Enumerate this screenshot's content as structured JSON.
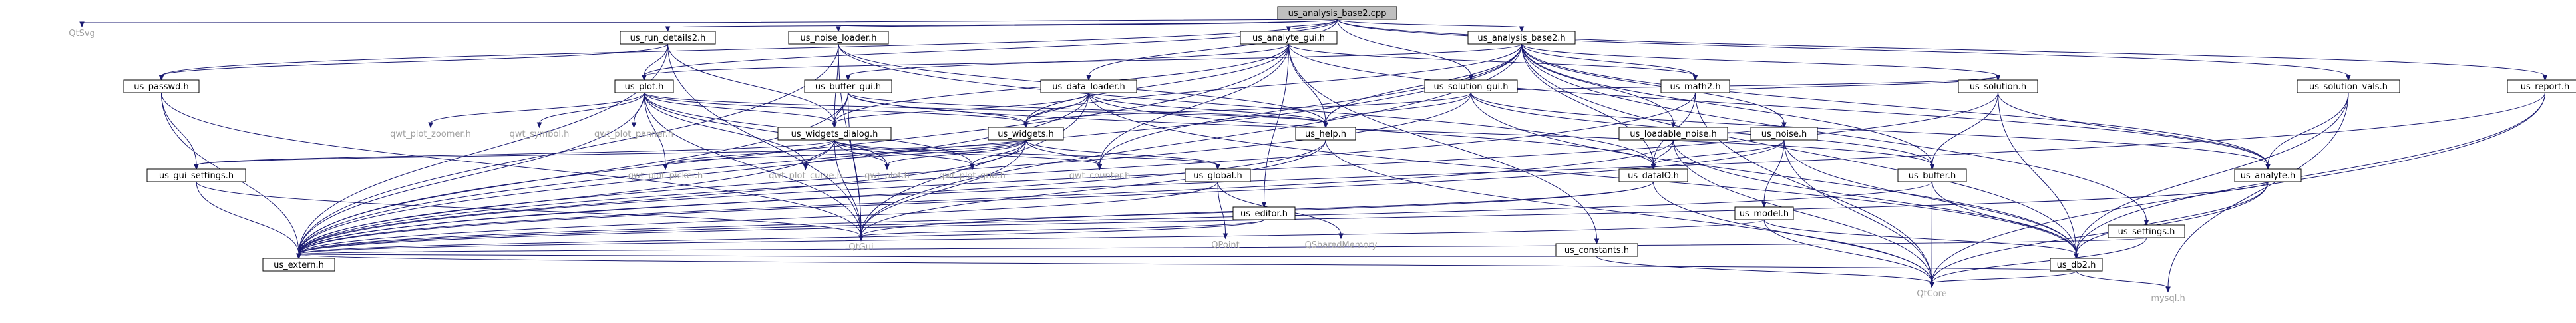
{
  "diagram": {
    "kind": "include-dependency-graph",
    "root": "us_analysis_base2.cpp",
    "nodes": [
      {
        "id": "root",
        "label": "us_analysis_base2.cpp"
      },
      {
        "id": "qtsvg",
        "label": "QtSvg"
      },
      {
        "id": "run_details2",
        "label": "us_run_details2.h"
      },
      {
        "id": "noise_loader",
        "label": "us_noise_loader.h"
      },
      {
        "id": "analyte_gui",
        "label": "us_analyte_gui.h"
      },
      {
        "id": "analysis_base2",
        "label": "us_analysis_base2.h"
      },
      {
        "id": "passwd",
        "label": "us_passwd.h"
      },
      {
        "id": "plot",
        "label": "us_plot.h"
      },
      {
        "id": "buffer_gui",
        "label": "us_buffer_gui.h"
      },
      {
        "id": "data_loader",
        "label": "us_data_loader.h"
      },
      {
        "id": "solution_gui",
        "label": "us_solution_gui.h"
      },
      {
        "id": "math2",
        "label": "us_math2.h"
      },
      {
        "id": "solution",
        "label": "us_solution.h"
      },
      {
        "id": "solution_vals",
        "label": "us_solution_vals.h"
      },
      {
        "id": "report",
        "label": "us_report.h"
      },
      {
        "id": "plot_zoomer",
        "label": "qwt_plot_zoomer.h"
      },
      {
        "id": "qwt_symbol",
        "label": "qwt_symbol.h"
      },
      {
        "id": "plot_panner",
        "label": "qwt_plot_panner.h"
      },
      {
        "id": "widgets_dialog",
        "label": "us_widgets_dialog.h"
      },
      {
        "id": "widgets",
        "label": "us_widgets.h"
      },
      {
        "id": "help",
        "label": "us_help.h"
      },
      {
        "id": "loadable_noise",
        "label": "us_loadable_noise.h"
      },
      {
        "id": "noise",
        "label": "us_noise.h"
      },
      {
        "id": "gui_settings",
        "label": "us_gui_settings.h"
      },
      {
        "id": "plot_picker",
        "label": "qwt_plot_picker.h"
      },
      {
        "id": "plot_curve",
        "label": "qwt_plot_curve.h"
      },
      {
        "id": "qwt_plot",
        "label": "qwt_plot.h"
      },
      {
        "id": "plot_grid",
        "label": "qwt_plot_grid.h"
      },
      {
        "id": "counter",
        "label": "qwt_counter.h"
      },
      {
        "id": "global",
        "label": "us_global.h"
      },
      {
        "id": "editor",
        "label": "us_editor.h"
      },
      {
        "id": "dataio",
        "label": "us_dataIO.h"
      },
      {
        "id": "model",
        "label": "us_model.h"
      },
      {
        "id": "buffer",
        "label": "us_buffer.h"
      },
      {
        "id": "analyte",
        "label": "us_analyte.h"
      },
      {
        "id": "qtgui",
        "label": "QtGui"
      },
      {
        "id": "qpoint",
        "label": "QPoint"
      },
      {
        "id": "qsharedmemory",
        "label": "QSharedMemory"
      },
      {
        "id": "constants",
        "label": "us_constants.h"
      },
      {
        "id": "settings",
        "label": "us_settings.h"
      },
      {
        "id": "db2",
        "label": "us_db2.h"
      },
      {
        "id": "extern",
        "label": "us_extern.h"
      },
      {
        "id": "qtcore",
        "label": "QtCore"
      },
      {
        "id": "mysql",
        "label": "mysql.h"
      }
    ]
  }
}
